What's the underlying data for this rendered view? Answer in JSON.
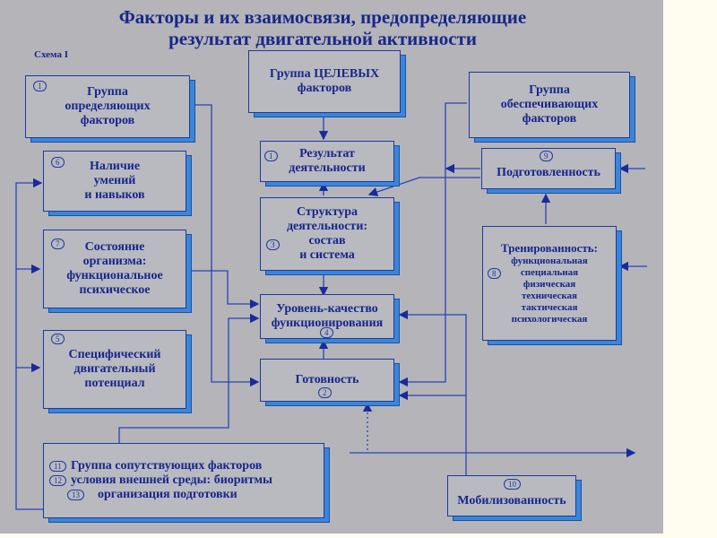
{
  "title": {
    "line1": "Факторы и их взаимосвязи, предопределяющие",
    "line2": "результат двигательной активности"
  },
  "scheme_label": "Схема I",
  "boxes": {
    "defining_group": {
      "num": "1",
      "lines": [
        "Группа",
        "определяющих",
        "факторов"
      ]
    },
    "skills": {
      "num": "6",
      "lines": [
        "Наличие",
        "умений",
        "и навыков"
      ]
    },
    "organism_state": {
      "num": "7",
      "lines": [
        "Состояние",
        "организма:",
        "функциональное",
        "психическое"
      ]
    },
    "motor_potential": {
      "num": "5",
      "lines": [
        "Специфический",
        "двигательный",
        "потенциал"
      ]
    },
    "target_group": {
      "lines": [
        "Группа ЦЕЛЕВЫХ",
        "факторов"
      ]
    },
    "result": {
      "num": "1",
      "lines": [
        "Результат",
        "деятельности"
      ]
    },
    "structure": {
      "num": "3",
      "lines": [
        "Структура",
        "деятельности:",
        "состав",
        "и система"
      ]
    },
    "functioning_level": {
      "num": "4",
      "lines": [
        "Уровень-качество",
        "функционирования"
      ]
    },
    "readiness": {
      "num": "2",
      "label": "Готовность"
    },
    "providing_group": {
      "lines": [
        "Группа",
        "обеспечивающих",
        "факторов"
      ]
    },
    "preparedness": {
      "num": "9",
      "label": "Подготовленность"
    },
    "training": {
      "num": "8",
      "title": "Тренированность:",
      "items": [
        "функциональная",
        "специальная",
        "физическая",
        "техническая",
        "тактическая",
        "психологическая"
      ]
    },
    "accompanying": {
      "rows": [
        {
          "num": "11",
          "text": "Группа сопутствующих факторов"
        },
        {
          "num": "12",
          "text": "условия внешней среды: биоритмы"
        },
        {
          "num": "13",
          "text": "организация подготовки"
        }
      ]
    },
    "mobilization": {
      "num": "10",
      "label": "Мобилизованность"
    }
  },
  "colors": {
    "background": "#b4b4b9",
    "text": "#16278a",
    "line": "#2744b8",
    "shadow": "#3a86d6",
    "page": "#fefdf0"
  }
}
